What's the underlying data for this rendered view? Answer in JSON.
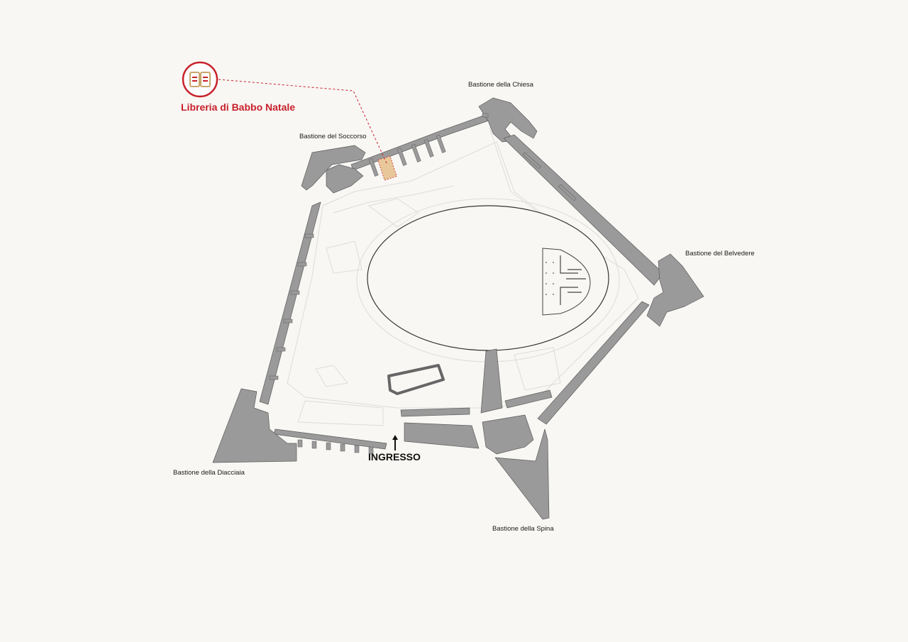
{
  "map": {
    "poi": {
      "name": "Libreria di Babbo Natale",
      "icon": "open-book-icon",
      "color": "#c8202a"
    },
    "entrance": {
      "label": "INGRESSO",
      "icon": "arrow-up-icon"
    },
    "bastions": {
      "chiesa": "Bastione della Chiesa",
      "soccorso": "Bastione del Soccorso",
      "belvedere": "Bastione del Belvedere",
      "diacciaia": "Bastione della Diacciaia",
      "spina": "Bastione della Spina"
    },
    "colors": {
      "walls": "#9a9a9a",
      "background": "#f8f7f4",
      "highlight": "#e8c79a"
    }
  }
}
